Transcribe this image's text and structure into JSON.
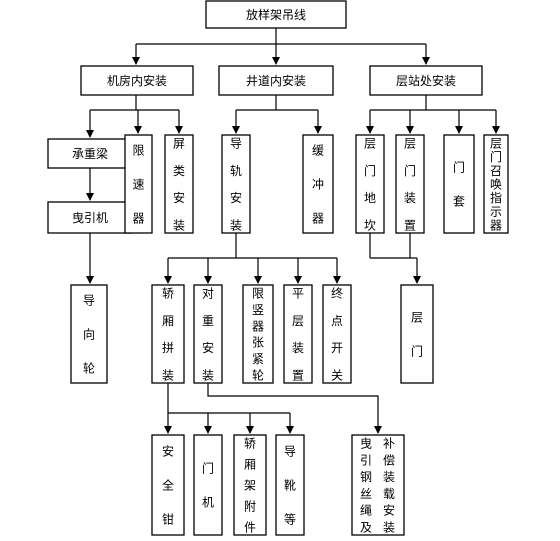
{
  "root": "放样架吊线",
  "categories": {
    "machine_room": "机房内安装",
    "shaft": "井道内安装",
    "landing": "层站处安装"
  },
  "machine_room": {
    "bearing_beam": "承重梁",
    "traction_machine": "曳引机",
    "guide_wheel": "导向轮",
    "speed_limiter": "限速器",
    "screen_install": "屏类安装"
  },
  "shaft": {
    "guide_rail_install": "导轨安装",
    "buffer": "缓冲器",
    "car_assembly": "轿厢拼装",
    "counterweight_install": "对重安装",
    "governor_tension_wheel": "限竖器张紧轮",
    "level_device": "平层装置",
    "limit_switch": "终点开关",
    "safety_gear": "安全钳",
    "door_operator": "门机",
    "car_frame_accessories": "轿厢架附件",
    "guide_shoes": "导靴等",
    "traction_rope": "曳引钢丝绳及",
    "compensation_install": "补偿装载安装"
  },
  "landing": {
    "landing_sill": "层门地坎",
    "landing_door_device": "层门装置",
    "door_frame": "门套",
    "call_indicator": "层门召唤指示器",
    "landing_door": "层门"
  }
}
